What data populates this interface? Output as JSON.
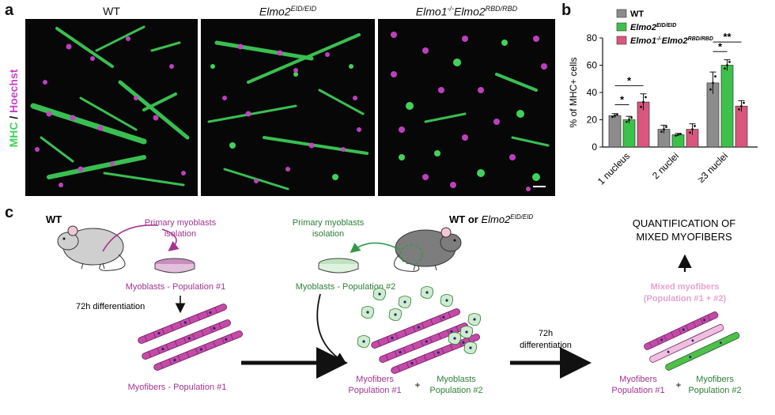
{
  "panel_a": {
    "letter": "a",
    "labels": {
      "wt": "WT",
      "eid_main": "Elmo2",
      "eid_sup": "EID/EID",
      "rbd_main1": "Elmo1",
      "rbd_sup1": "-/-",
      "rbd_main2": "Elmo2",
      "rbd_sup2": "RBD/RBD"
    },
    "side_label": {
      "mhc": "MHC",
      "sep": " / ",
      "hoechst": "Hoechst"
    },
    "colors": {
      "mhc": "#3fd35a",
      "hoechst": "#c842c8"
    }
  },
  "panel_b": {
    "letter": "b",
    "legend": [
      {
        "main": "WT",
        "sup": "",
        "color": "#8c8c8c"
      },
      {
        "main": "Elmo2",
        "sup": "EID/EID",
        "color": "#3cc24a"
      },
      {
        "main": "Elmo1",
        "sup": "-/-",
        "main2": "Elmo2",
        "sup2": "RBD/RBD",
        "color": "#d9577e"
      }
    ],
    "significance": [
      "*",
      "*",
      "*",
      "**"
    ]
  },
  "chart_data": {
    "type": "bar",
    "categories": [
      "1 nucleus",
      "2 nuclei",
      "≥3 nuclei"
    ],
    "series": [
      {
        "name": "WT",
        "values": [
          23,
          13,
          47
        ],
        "errors": [
          1.5,
          3,
          8
        ]
      },
      {
        "name": "Elmo2 EID/EID",
        "values": [
          20,
          9,
          60
        ],
        "errors": [
          2.5,
          1,
          4
        ]
      },
      {
        "name": "Elmo1-/- Elmo2 RBD/RBD",
        "values": [
          33,
          13,
          30
        ],
        "errors": [
          6,
          4,
          4
        ]
      }
    ],
    "ylabel": "% of MHC+ cells",
    "yticks": [
      0,
      20,
      40,
      60,
      80
    ],
    "ylim": [
      0,
      80
    ]
  },
  "panel_c": {
    "letter": "c",
    "wt": "WT",
    "primary1_line1": "Primary myoblasts",
    "primary1_line2": "isolation",
    "pop1": "Myoblasts - Population #1",
    "diff72": "72h differentiation",
    "myofibers_pop1": "Myofibers - Population #1",
    "wt_or": "WT or ",
    "eid_main": "Elmo2",
    "eid_sup": "EID/EID",
    "primary2_line1": "Primary myoblasts",
    "primary2_line2": "isolation",
    "pop2": "Myoblasts - Population #2",
    "mid_myofibers": "Myofibers",
    "mid_pop1": "Population #1",
    "plus": "+",
    "mid_myoblasts": "Myoblasts",
    "mid_pop2": "Population #2",
    "diff_72h": "72h",
    "diff_word": "differentiation",
    "quant_line1": "QUANTIFICATION OF",
    "quant_line2": "MIXED MYOFIBERS",
    "mixed_line1": "Mixed myofibers",
    "mixed_line2": "(Population #1 + #2)",
    "right_myofibers": "Myofibers",
    "right_pop1": "Population #1",
    "right_myofibers2": "Myofibers",
    "right_pop2": "Population #2"
  },
  "colors": {
    "magenta": "#a3348e",
    "green": "#2e7d3a",
    "pink": "#e6a3cf",
    "fiber": "#c44aa8",
    "fiber_light": "#efbfe0",
    "fiber_green": "#4fbf4a"
  }
}
